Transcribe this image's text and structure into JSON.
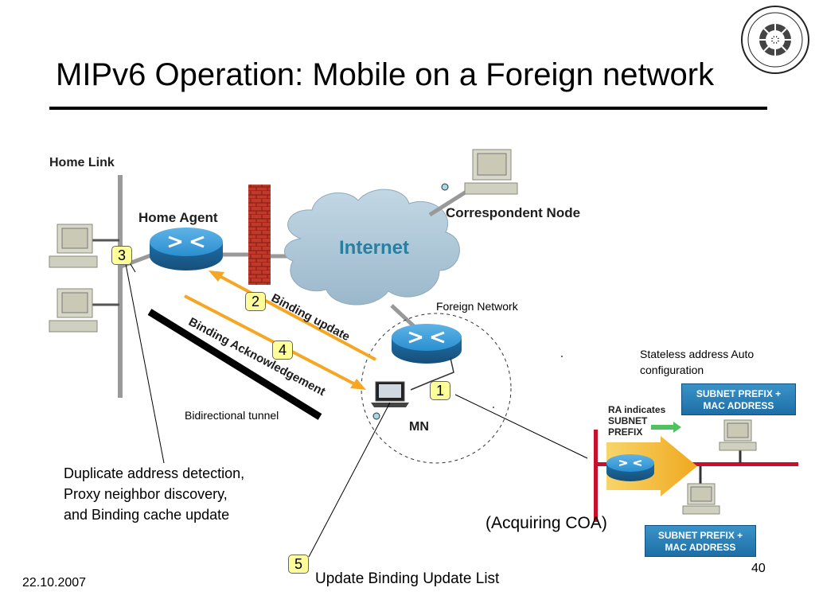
{
  "slide": {
    "title": "MIPv6 Operation: Mobile on a Foreign network",
    "date": "22.10.2007",
    "page_number": "40"
  },
  "labels": {
    "home_link": "Home Link",
    "home_agent": "Home Agent",
    "internet": "Internet",
    "correspondent_node": "Correspondent Node",
    "foreign_network": "Foreign Network",
    "mn": "MN",
    "binding_update": "Binding update",
    "binding_ack": "Binding Acknowledgement",
    "bidirectional_tunnel": "Bidirectional tunnel",
    "stateless_line1": "Stateless address Auto",
    "stateless_line2": "configuration",
    "ra_line1": "RA indicates",
    "ra_line2": "SUBNET",
    "ra_line3": "PREFIX",
    "subnet_box1_line1": "SUBNET PREFIX +",
    "subnet_box1_line2": "MAC ADDRESS",
    "subnet_box2_line1": "SUBNET PREFIX +",
    "subnet_box2_line2": "MAC ADDRESS",
    "acquiring_coa": "(Acquiring COA)",
    "update_bul": "Update Binding Update List",
    "dad_line1": "Duplicate address detection,",
    "dad_line2": "Proxy neighbor discovery,",
    "dad_line3": "and Binding cache update"
  },
  "steps": [
    "1",
    "2",
    "3",
    "4",
    "5"
  ],
  "colors": {
    "arrow_orange": "#f5a623",
    "badge_yellow": "#ffff99",
    "router_blue": "#2a8fd0",
    "cloud": "#a9c4d6",
    "internet_text": "#2a7fa0",
    "box_blue": "#2479b4",
    "red_line": "#c8102e"
  }
}
